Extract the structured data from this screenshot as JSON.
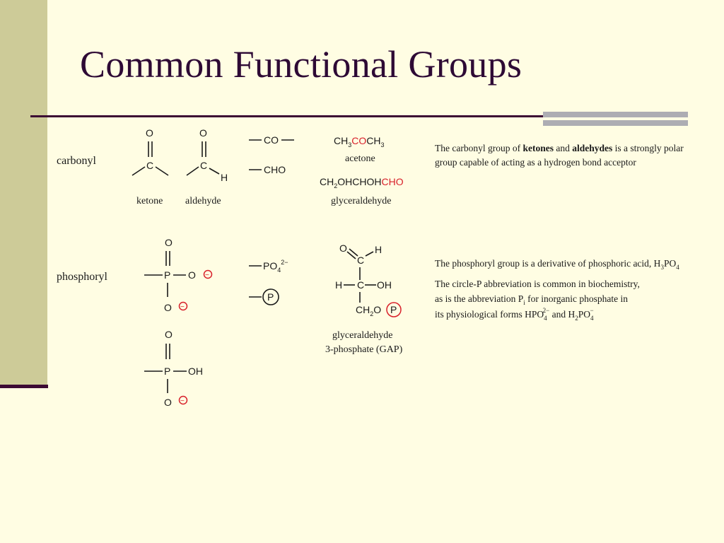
{
  "title": "Common Functional Groups",
  "colors": {
    "accent": "#3C0A33",
    "sidebar": "#CDCB98",
    "background": "#FFFDE3",
    "highlight": "#D8202A"
  },
  "carbonyl": {
    "label": "carbonyl",
    "struct_labels": [
      "ketone",
      "aldehyde"
    ],
    "formula_co": "CO",
    "formula_cho": "CHO",
    "acetone_pre": "CH",
    "acetone_sub1": "3",
    "acetone_mid": "CO",
    "acetone_post": "CH",
    "acetone_sub2": "3",
    "acetone_name": "acetone",
    "glyc_pre": "CH",
    "glyc_sub": "2",
    "glyc_mid": "OHCHOH",
    "glyc_post": "CHO",
    "glyc_name": "glyceraldehyde",
    "desc_line1_a": "The carbonyl group of ",
    "desc_line1_b": "ketones",
    "desc_line1_c": " and ",
    "desc_line1_d": "aldehydes",
    "desc_line1_e": " is a strongly polar",
    "desc_line2": "group capable of acting as a hydrogen bond acceptor"
  },
  "phosphoryl": {
    "label": "phosphoryl",
    "formula_po4": "PO",
    "po4_sub": "4",
    "po4_sup": "2−",
    "circle_p": "P",
    "gap_name_line1": "glyceraldehyde",
    "gap_name_line2": "3-phosphate (GAP)",
    "desc1_a": "The phosphoryl group is a derivative of phosphoric acid, H",
    "desc1_sub1": "3",
    "desc1_b": "PO",
    "desc1_sub2": "4",
    "desc2": "The circle-P abbreviation is common in biochemistry,",
    "desc3_a": "as is the abbreviation P",
    "desc3_sub": "i",
    "desc3_b": " for inorganic phosphate in",
    "desc4_a": "its physiological forms HPO",
    "desc4_sub1": "4",
    "desc4_sup1": "2−",
    "desc4_b": " and H",
    "desc4_sub2": "2",
    "desc4_c": "PO",
    "desc4_sub3": "4",
    "desc4_sup2": "−"
  },
  "atoms": {
    "O": "O",
    "C": "C",
    "H": "H",
    "P": "P",
    "OH": "OH",
    "CH2O": "CH",
    "sub2": "2",
    "Oa": "O",
    "minus": "−"
  }
}
